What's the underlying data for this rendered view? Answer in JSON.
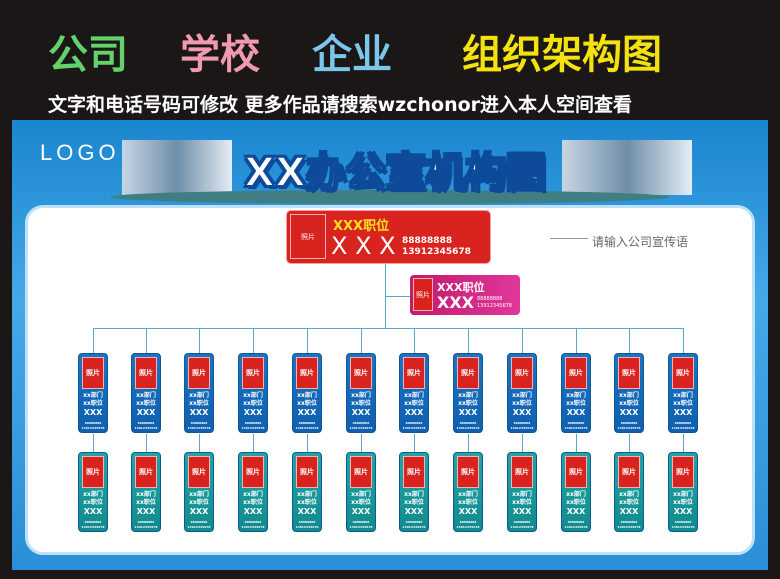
{
  "header": {
    "words": [
      {
        "text": "公司",
        "color": "#63d26b"
      },
      {
        "text": "学校",
        "color": "#f09ab0"
      },
      {
        "text": "企业",
        "color": "#7cc6ec"
      },
      {
        "text": "组织架构图",
        "color": "#f4e20e"
      }
    ],
    "subtitle": "文字和电话号码可修改  更多作品请搜索wzchonor进入本人空间查看"
  },
  "logo": "LOGO",
  "title": "XX办公室机构图",
  "slogan": "请输入公司宣传语",
  "head": {
    "photo": "照片",
    "position": "XXX职位",
    "name": "X X X",
    "phone": "88888888",
    "mobile": "13912345678"
  },
  "deputy": {
    "photo": "照片",
    "position": "XXX职位",
    "name": "XXX",
    "phone": "88888888",
    "mobile": "13912345678"
  },
  "card_template": {
    "photo": "照片",
    "dept": "xx部门",
    "position": "xx职位",
    "name": "XXX",
    "phone": "88888888",
    "mobile": "13912345678"
  },
  "colors": {
    "row1": "#1a74c4",
    "row2": "#1fa6a6",
    "photo": "#d9231f",
    "deputy": "#d22b86"
  }
}
